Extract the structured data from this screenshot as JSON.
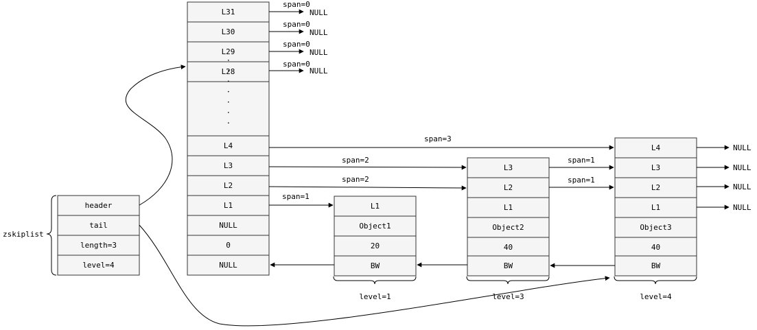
{
  "colors": {
    "cell_fill": "#f5f5f5",
    "cell_stroke": "#333333",
    "line": "#000000"
  },
  "zskiplist": {
    "label": "zskiplist",
    "fields": [
      "header",
      "tail",
      "length=3",
      "level=4"
    ]
  },
  "header_node": {
    "levels": [
      "L31",
      "L30",
      "L29",
      "L28",
      "L4",
      "L3",
      "L2",
      "L1"
    ],
    "dots": "· · · · · · ·",
    "obj": "NULL",
    "score": "0",
    "backward": "NULL",
    "top_spans": [
      "span=0",
      "span=0",
      "span=0",
      "span=0"
    ],
    "top_targets": [
      "NULL",
      "NULL",
      "NULL",
      "NULL"
    ]
  },
  "node1": {
    "levels": [
      "L1"
    ],
    "obj": "Object1",
    "score": "20",
    "backward": "BW",
    "level_label": "level=1"
  },
  "node2": {
    "levels": [
      "L3",
      "L2",
      "L1"
    ],
    "obj": "Object2",
    "score": "40",
    "backward": "BW",
    "level_label": "level=3"
  },
  "node3": {
    "levels": [
      "L4",
      "L3",
      "L2",
      "L1"
    ],
    "obj": "Object3",
    "score": "40",
    "backward": "BW",
    "level_label": "level=4",
    "null_targets": [
      "NULL",
      "NULL",
      "NULL",
      "NULL"
    ]
  },
  "forward_spans": {
    "h_l4": "span=3",
    "h_l3": "span=2",
    "h_l2": "span=2",
    "h_l1": "span=1",
    "n2_l3": "span=1",
    "n2_l2": "span=1"
  }
}
